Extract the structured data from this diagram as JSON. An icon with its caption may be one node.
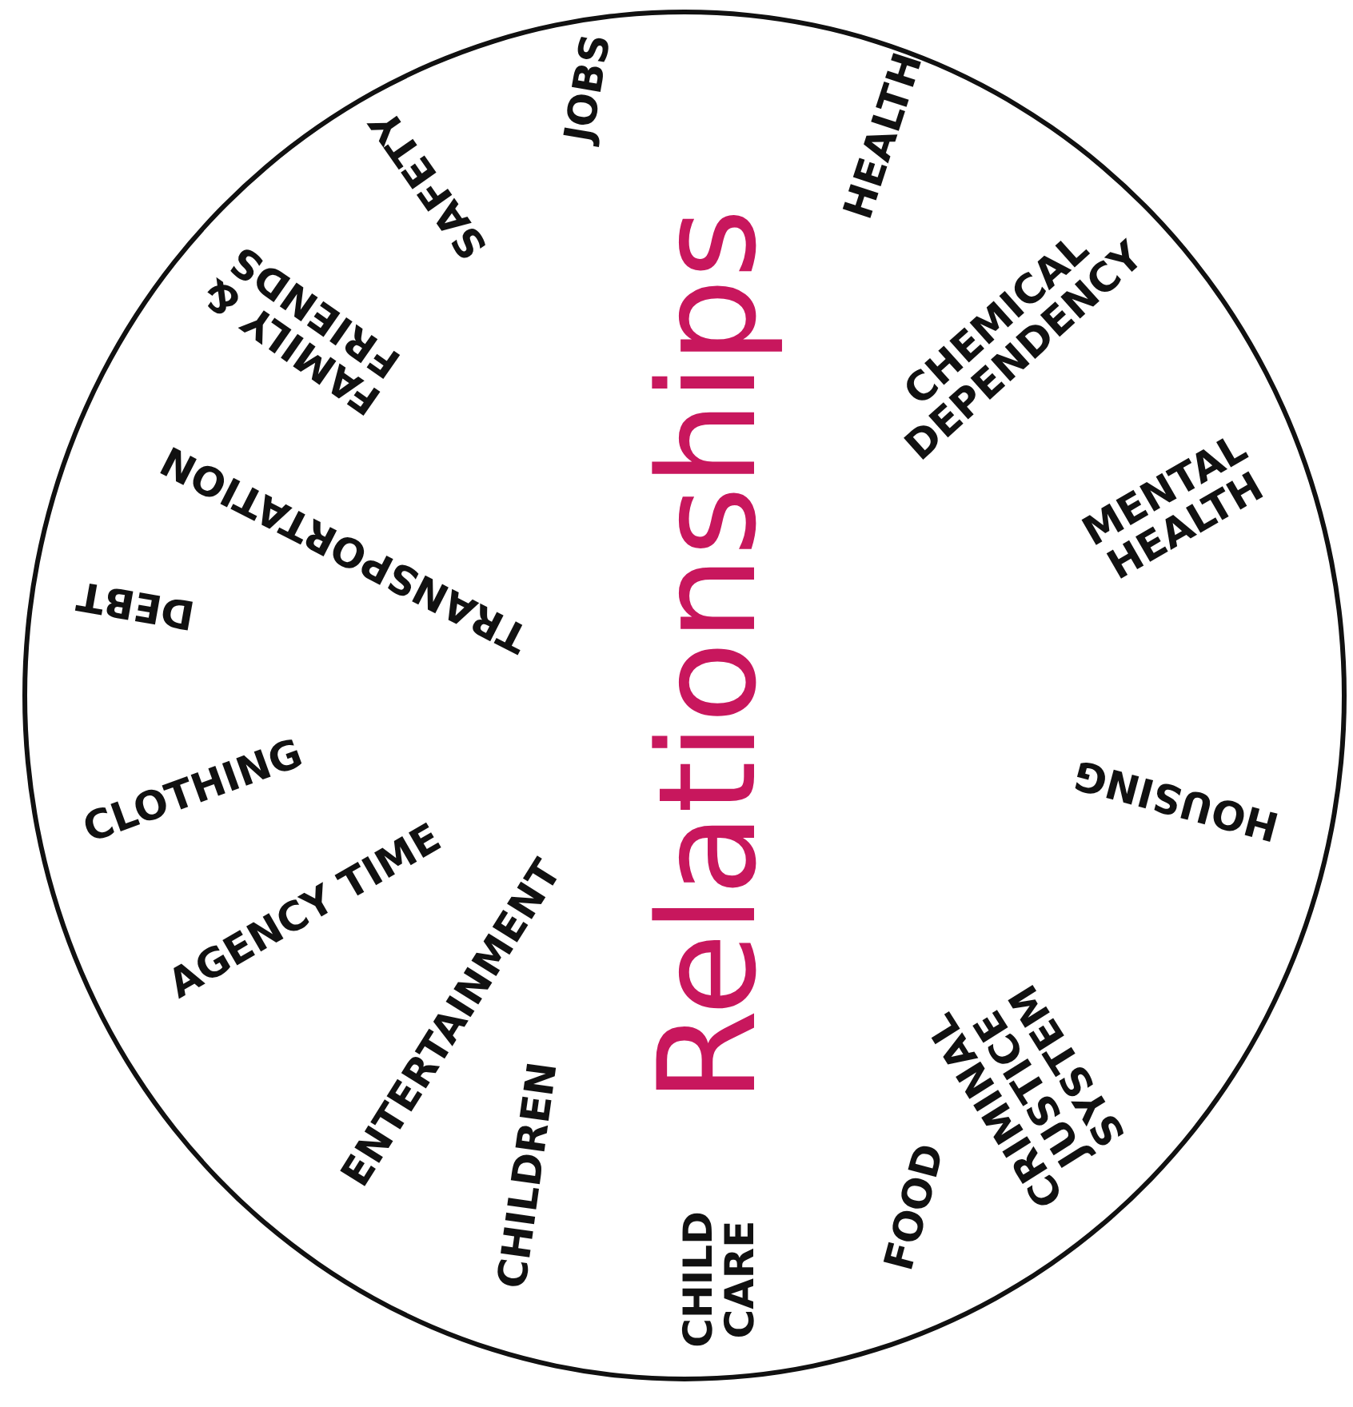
{
  "diagram": {
    "nodes": [
      {
        "text": [
          "Relationships",
          "JOBS",
          "HEALTH",
          "CHEMICAL DEPENDENCY",
          "MENTAL HEALTH",
          "HOUSING",
          "CRIMINAL JUSTICE SYSTEM",
          "FOOD",
          "CHILD CARE",
          "CHILDREN",
          "ENTERTAINMENT",
          "AGENCY TIME",
          "CLOTHING",
          "DEBT",
          "TRANSPORTATION",
          "FAMILY & FRIENDS",
          "SAFETY"
        ]
      }
    ]
  }
}
